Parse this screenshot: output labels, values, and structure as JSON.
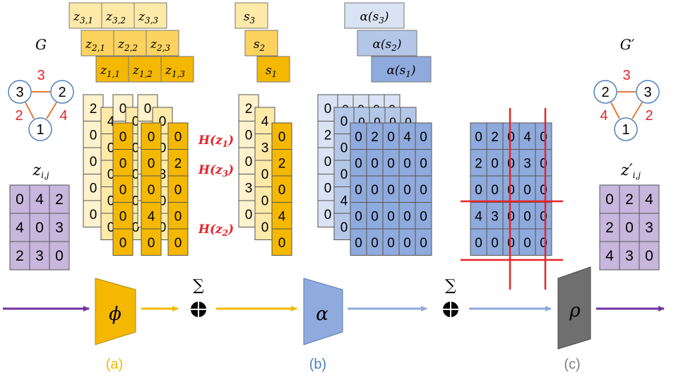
{
  "graph_left": {
    "label": "G",
    "nodes": [
      "3",
      "2",
      "1"
    ],
    "edge_labels": [
      "3",
      "2",
      "4"
    ]
  },
  "graph_right": {
    "label": "G′",
    "nodes": [
      "2",
      "3",
      "1"
    ],
    "edge_labels": [
      "3",
      "4",
      "2"
    ]
  },
  "z_label": "z",
  "z_sub": "i,j",
  "z_prime_label": "z′",
  "z_prime_sub": "i,j",
  "z_matrix": [
    [
      "0",
      "4",
      "2"
    ],
    [
      "4",
      "0",
      "3"
    ],
    [
      "2",
      "3",
      "0"
    ]
  ],
  "z_prime_matrix": [
    [
      "0",
      "2",
      "4"
    ],
    [
      "2",
      "0",
      "3"
    ],
    [
      "4",
      "3",
      "0"
    ]
  ],
  "z_tiles": [
    [
      {
        "b": "z",
        "s": "3,1"
      },
      {
        "b": "z",
        "s": "3,2"
      },
      {
        "b": "z",
        "s": "3,3"
      }
    ],
    [
      {
        "b": "z",
        "s": "2,1"
      },
      {
        "b": "z",
        "s": "2,2"
      },
      {
        "b": "z",
        "s": "2,3"
      }
    ],
    [
      {
        "b": "z",
        "s": "1,1"
      },
      {
        "b": "z",
        "s": "1,2"
      },
      {
        "b": "z",
        "s": "1,3"
      }
    ]
  ],
  "s_tiles": [
    {
      "b": "s",
      "s": "3"
    },
    {
      "b": "s",
      "s": "2"
    },
    {
      "b": "s",
      "s": "1"
    }
  ],
  "alpha_tiles": [
    "α(s",
    "α(s",
    "α(s"
  ],
  "alpha_subs": [
    "3",
    "2",
    "1"
  ],
  "hist_labels": [
    {
      "text": "H(z",
      "sub": "1",
      "close": ")"
    },
    {
      "text": "H(z",
      "sub": "3",
      "close": ")"
    },
    {
      "text": "H(z",
      "sub": "2",
      "close": ")"
    }
  ],
  "phi_front_cols": [
    [
      "0",
      "0",
      "0",
      "0",
      "0"
    ],
    [
      "0",
      "0",
      "0",
      "4",
      "0"
    ],
    [
      "0",
      "2",
      "0",
      "0",
      "0"
    ]
  ],
  "phi_back_peek": {
    "col_a": [
      "2",
      "0",
      "0",
      "0",
      "0"
    ],
    "col_b": [
      "4",
      "0",
      "0",
      "0",
      "0"
    ],
    "col_c": [
      "0",
      "0",
      "0",
      "0",
      "0"
    ],
    "col_d": [
      "0",
      "0",
      "0",
      "0",
      "0"
    ],
    "col_e": [
      "0",
      "0",
      "3",
      "0",
      "0"
    ]
  },
  "s_front_col": [
    "0",
    "2",
    "0",
    "4",
    "0"
  ],
  "s_back_cols": [
    [
      "2",
      "0",
      "0",
      "3",
      "0"
    ],
    [
      "4",
      "3",
      "0",
      "0",
      "0"
    ]
  ],
  "b_front_grid": [
    [
      "0",
      "2",
      "0",
      "4",
      "0"
    ],
    [
      "0",
      "0",
      "0",
      "0",
      "0"
    ],
    [
      "0",
      "0",
      "0",
      "0",
      "0"
    ],
    [
      "0",
      "0",
      "0",
      "0",
      "0"
    ],
    [
      "0",
      "0",
      "0",
      "0",
      "0"
    ]
  ],
  "b_back_peek": {
    "col1": [
      "0",
      "2",
      "0",
      "0",
      "0"
    ],
    "row1": [
      "0",
      "0",
      "0",
      "0"
    ],
    "col2": [
      "0",
      "0",
      "0",
      "4",
      "0"
    ],
    "row2": [
      "0",
      "0",
      "0",
      "0"
    ]
  },
  "c_grid": [
    [
      "0",
      "2",
      "0",
      "4",
      "0"
    ],
    [
      "2",
      "0",
      "0",
      "3",
      "0"
    ],
    [
      "0",
      "0",
      "0",
      "0",
      "0"
    ],
    [
      "4",
      "3",
      "0",
      "0",
      "0"
    ],
    [
      "0",
      "0",
      "0",
      "0",
      "0"
    ]
  ],
  "ops": {
    "phi": "ϕ",
    "alpha": "α",
    "rho": "ρ",
    "sum1": "∑",
    "sum2": "∑"
  },
  "stage_labels": [
    "(a)",
    "(b)",
    "(c)"
  ],
  "colors": {
    "orange": "#f5b800",
    "orange_light": "#fde9a8",
    "orange_pale": "#fff2cc",
    "blue": "#8faadc",
    "blue_light": "#b4c7e7",
    "blue_pale": "#dae3f3",
    "purple": "#7030a0",
    "purple_cell": "#c8b6dd",
    "red": "#e8232a",
    "gray": "#6f6f6f",
    "stage_a": "#f5b800",
    "stage_b": "#4f81bd",
    "stage_c": "#7f7f7f",
    "edge": "#e07b39"
  }
}
